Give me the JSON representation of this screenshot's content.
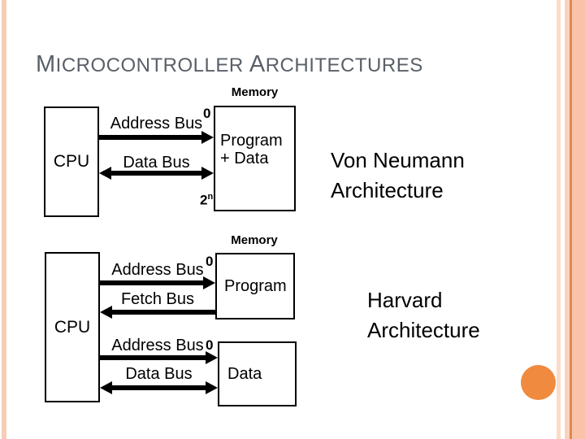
{
  "slide": {
    "title": "MICROCONTROLLER ARCHITECTURES"
  },
  "von_neumann": {
    "memory_label": "Memory",
    "cpu_label": "CPU",
    "memory_line1": "Program",
    "memory_line2": "+ Data",
    "address_bus_label": "Address Bus",
    "address_start": "0",
    "data_bus_label": "Data Bus",
    "address_end_base": "2",
    "address_end_exp": "n",
    "caption_line1": "Von Neumann",
    "caption_line2": "Architecture"
  },
  "harvard": {
    "memory_label": "Memory",
    "cpu_label": "CPU",
    "program_label": "Program",
    "data_label": "Data",
    "address_bus1_label": "Address Bus",
    "address_bus1_start": "0",
    "fetch_bus_label": "Fetch Bus",
    "address_bus2_label": "Address Bus",
    "address_bus2_start": "0",
    "data_bus_label": "Data Bus",
    "caption_line1": "Harvard",
    "caption_line2": "Architecture"
  },
  "colors": {
    "title_gray": "#5a6068",
    "accent_circle_orange": "#f08a3e",
    "stripe_left_peach": "#f6cdb9",
    "stripe_right_light": "#fadcc9",
    "stripe_right_mid": "#f9d2bc",
    "stripe_right_dark_line": "#db8a52",
    "stripe_right_salmon": "#fac3a9",
    "diagram_black": "#000000"
  }
}
